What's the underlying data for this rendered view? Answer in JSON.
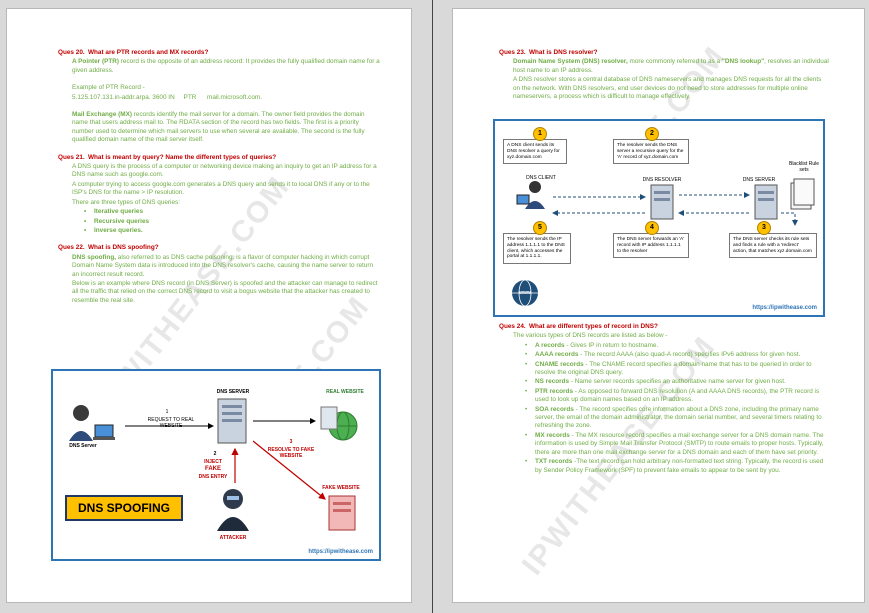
{
  "left": {
    "q20": {
      "num": "Ques 20.",
      "title": "What are PTR records and MX records?",
      "p1_bold": "A Pointer (PTR)",
      "p1_rest": " record is the opposite of an address record: It provides the fully qualified domain name for a given address.",
      "p2": "Example of PTR Record -",
      "p3": "5.125.107.131.in-addr.arpa. 3600 IN     PTR      mail.microsoft.com.",
      "p4_bold": "Mail Exchange (MX)",
      "p4_rest": " records identify the mail server for a domain. The owner field provides the domain name that users address mail to. The RDATA section of the record has two fields. The first is a priority number used to determine which mail servers to use when several are available. The second is the fully qualified domain name of the mail server itself."
    },
    "q21": {
      "num": "Ques 21.",
      "title": "What is meant by query? Name the different types of queries?",
      "p1": "A DNS query is the process of a computer or networking device making an inquiry to get an IP address for a DNS name such as google.com.",
      "p2": "A computer trying to access google.com generates a DNS query and sends it to local DNS if any or to the ISP's DNS for the name > IP resolution.",
      "p3": "There are three types of DNS queries:",
      "items": [
        "Iterative queries",
        "Recursive queries",
        "Inverse queries."
      ]
    },
    "q22": {
      "num": "Ques 22.",
      "title": "What is DNS spoofing?",
      "p1_bold": "DNS spoofing,",
      "p1_rest": " also referred to as DNS cache poisoning, is a flavor of computer hacking in which corrupt Domain Name System data is introduced into the DNS resolver's cache, causing the name server to return an incorrect result record.",
      "p2": "Below is an example where DNS record (in DNS Server) is spoofed and the attacker can manage to redirect all the traffic that relied on the correct DNS record to visit a bogus website that the attacker has created to resemble the real site."
    },
    "spoof_fig": {
      "dns_server": "DNS SERVER",
      "real_website": "REAL WEBSITE",
      "step1_num": "1",
      "step1": "REQUEST TO REAL WEBSITE",
      "step2_num": "2",
      "step2a": "INJECT",
      "step2b": "FAKE",
      "step2c": "DNS ENTRY",
      "step3_num": "3",
      "step3": "RESOLVE TO FAKE WEBSITE",
      "fake_website": "FAKE WEBSITE",
      "dns_user": "DNS Server",
      "attacker": "ATTACKER",
      "badge": "DNS SPOOFING",
      "url": "https://ipwithease.com"
    },
    "watermark": [
      "IPWITHEASE.COM",
      "IPWITHEASE.COM"
    ]
  },
  "right": {
    "q23": {
      "num": "Ques 23.",
      "title": "What is DNS resolver?",
      "p1_bold": "Domain Name System (DNS) resolver,",
      "p1_mid": " more commonly referred to as a ",
      "p1_bold2": "\"DNS lookup\"",
      "p1_rest": ", resolves an individual host name to an IP address.",
      "p2": "A DNS resolver stores a central database of DNS nameservers and manages DNS requests for all the clients on the network. With DNS resolvers, end user devices do not need to store addresses for multiple online nameservers, a process which is difficult to manage effectively."
    },
    "resolver_fig": {
      "box1": "A DNS client sends its DNS resolver a query for xyz.domain.com",
      "box2": "The resolver sends the DNS server a recursive query for the 'A' record of xyz.domain.com",
      "box3": "The DNS server checks its rule sets and finds a rule with a 'redirect' action, that matches xyz.domain.com",
      "box4": "The DNS server forwards an 'A' record with IP address 1.1.1.1 to the resolver",
      "box5": "The resolver sends the IP address 1.1.1.1 to the DNS client, which accesses the portal at 1.1.1.1.",
      "n1": "1",
      "n2": "2",
      "n3": "3",
      "n4": "4",
      "n5": "5",
      "client": "DNS CLIENT",
      "resolver": "DNS RESOLVER",
      "server": "DNS SERVER",
      "blacklist": "Blacklist Rule sets",
      "www": "www",
      "url": "https://ipwithease.com"
    },
    "q24": {
      "num": "Ques 24.",
      "title": "What are different types of record in DNS?",
      "intro": "The various types of DNS records are listed as below -",
      "items": [
        {
          "name": "A records",
          "desc": " - Gives IP in return to hostname."
        },
        {
          "name": "AAAA records",
          "desc": " - The record AAAA (also quad-A record) specifies IPv6 address for given host."
        },
        {
          "name": "CNAME records",
          "desc": " - The CNAME record specifies a domain name that has to be queried in order to resolve the original DNS query."
        },
        {
          "name": "NS records",
          "desc": " - Name server records specifies an authoritative name server for given host."
        },
        {
          "name": "PTR records",
          "desc": " - As opposed to forward DNS resolution (A and AAAA DNS records), the PTR record is used to look up domain names based on an IP address."
        },
        {
          "name": "SOA records",
          "desc": " - The record specifies core information about a DNS zone, including the primary name server, the email of the domain administrator, the domain serial number, and several timers relating to refreshing the zone."
        },
        {
          "name": "MX records",
          "desc": " - The MX resource record specifies a mail exchange server for a DNS domain name. The information is used by Simple Mail Transfer Protocol (SMTP) to route emails to proper hosts. Typically, there are more than one mail exchange server for a DNS domain and each of them have set priority."
        },
        {
          "name": "TXT records",
          "desc": " -The text record can hold arbitrary non-formatted text string. Typically, the record is used by Sender Policy Framework (SPF) to prevent fake emails to appear to be sent by you."
        }
      ]
    },
    "watermark": [
      "IPWITHEASE.COM",
      "IPWITHEASE.COM"
    ]
  },
  "colors": {
    "heading": "#c00000",
    "body": "#70ad47",
    "figure_border": "#2e75b6",
    "badge": "#ffc000"
  }
}
